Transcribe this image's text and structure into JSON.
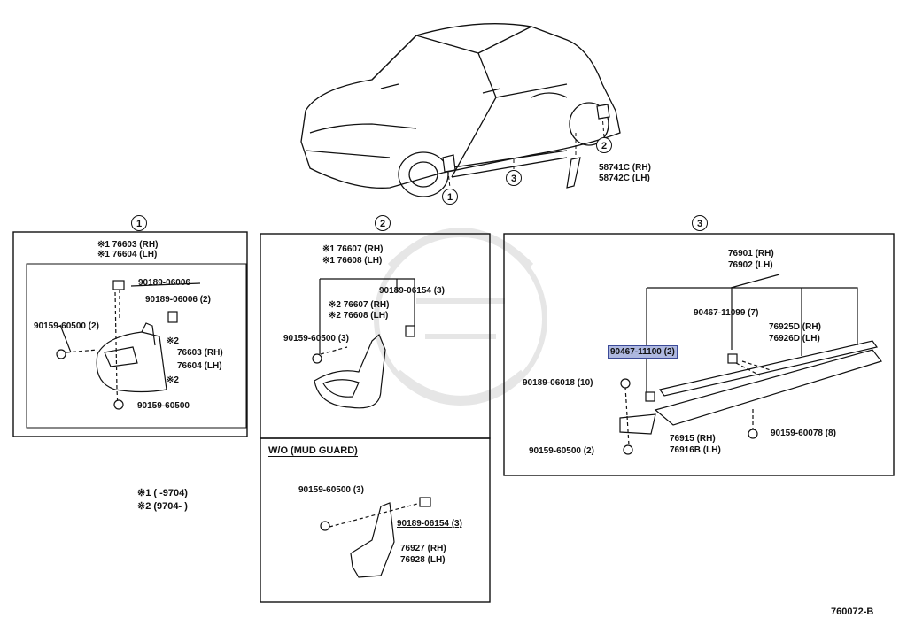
{
  "callouts": {
    "c1": "1",
    "c2": "2",
    "c3": "3",
    "car_c1": "1",
    "car_c2": "2",
    "car_c3": "3"
  },
  "car": {
    "p1": "58741C (RH)",
    "p2": "58742C (LH)"
  },
  "section1": {
    "top1": "※1 76603 (RH)",
    "top2": "※1 76604 (LH)",
    "p_06006": "90189-06006",
    "p_06006_2": "90189-06006 (2)",
    "p_60500_2": "90159-60500 (2)",
    "note1": "※2",
    "rh": "76603 (RH)",
    "lh": "76604 (LH)",
    "note2": "※2",
    "p_60500": "90159-60500"
  },
  "section2": {
    "top1": "※1 76607 (RH)",
    "top2": "※1 76608 (LH)",
    "p_06154_3": "90189-06154 (3)",
    "mid1": "※2 76607 (RH)",
    "mid2": "※2 76608 (LH)",
    "p_60500_3": "90159-60500 (3)"
  },
  "section_wo": {
    "title": "W/O (MUD GUARD)",
    "p_60500_3": "90159-60500 (3)",
    "p_06154_3": "90189-06154 (3)",
    "rh": "76927 (RH)",
    "lh": "76928 (LH)"
  },
  "section3": {
    "top1": "76901 (RH)",
    "top2": "76902 (LH)",
    "p_11099": "90467-11099 (7)",
    "p_11100": "90467-11100 (2)",
    "mid1": "76925D (RH)",
    "mid2": "76926D (LH)",
    "p_06018": "90189-06018 (10)",
    "p_60078": "90159-60078 (8)",
    "b1": "76915   (RH)",
    "b2": "76916B (LH)",
    "p_60500_2": "90159-60500 (2)"
  },
  "legend": {
    "l1": "※1 (       -9704)",
    "l2": "※2 (9704-       )"
  },
  "code": "760072-B"
}
